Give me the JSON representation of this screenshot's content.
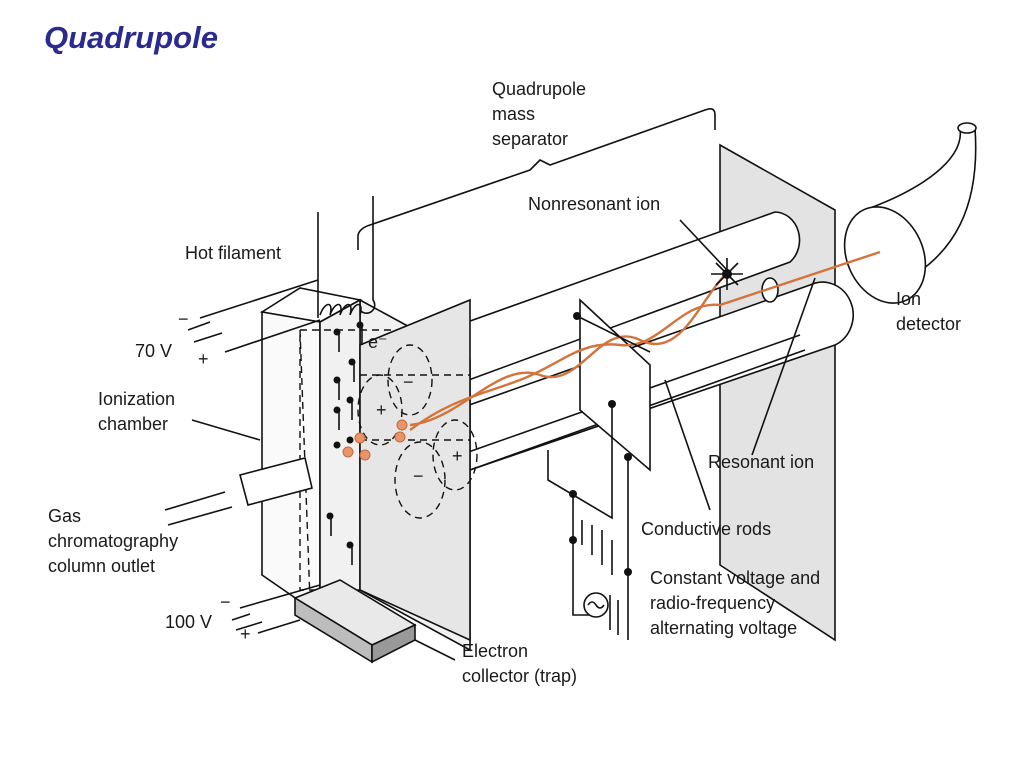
{
  "title": "Quadrupole",
  "labels": {
    "quadrupole_mass_separator": [
      "Quadrupole",
      "mass",
      "separator"
    ],
    "nonresonant_ion": "Nonresonant ion",
    "hot_filament": "Hot filament",
    "volt_70": "70 V",
    "ionization_chamber": [
      "Ionization",
      "chamber"
    ],
    "gas_chromatography": [
      "Gas",
      "chromatography",
      "column outlet"
    ],
    "volt_100": "100 V",
    "electron_collector": [
      "Electron",
      "collector (trap)"
    ],
    "ion_detector": [
      "Ion",
      "detector"
    ],
    "resonant_ion": "Resonant ion",
    "conductive_rods": "Conductive rods",
    "voltage": [
      "Constant voltage and",
      "radio-frequency",
      "alternating voltage"
    ],
    "electron_symbol": "e⁻",
    "minus": "−",
    "plus": "+"
  },
  "colors": {
    "title": "#2b2a8f",
    "ion": "#e8956a",
    "ion_path": "#d4733c",
    "plate": "#e3e3e3"
  }
}
